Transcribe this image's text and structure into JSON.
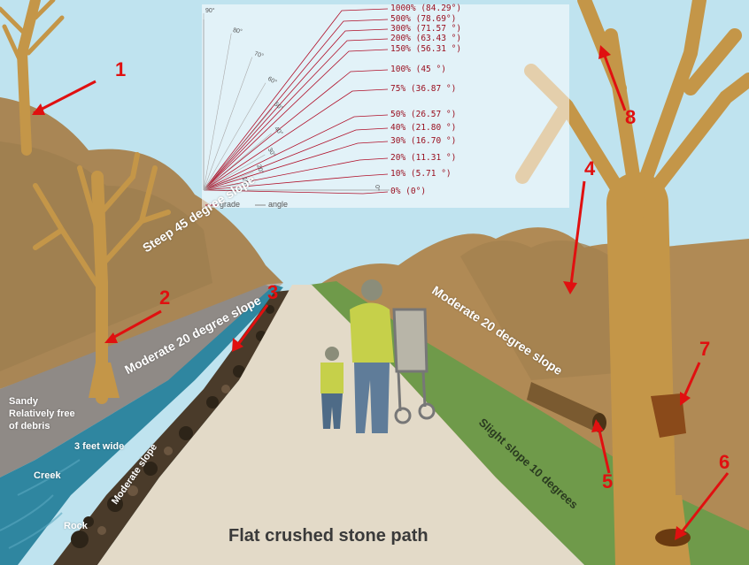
{
  "labels": {
    "steep": "Steep 45 degree slope",
    "moderate_left": "Moderate 20 degree slope",
    "moderate_right": "Moderate 20 degree slope",
    "sandy": "Sandy",
    "free": "Relatively free",
    "debris": "of debris",
    "width": "3 feet wide",
    "creek": "Creek",
    "moderate_slope": "Moderate slope",
    "rock": "Rock",
    "slight": "Slight slope 10 degrees",
    "path": "Flat crushed stone path"
  },
  "markers": [
    "1",
    "2",
    "3",
    "4",
    "5",
    "6",
    "7",
    "8"
  ],
  "grade_chart": {
    "grades": [
      "1000%  (84.29°)",
      "500%  (78.69°)",
      "300%  (71.57 °)",
      "200%  (63.43 °)",
      "150%  (56.31 °)",
      "100%  (45 °)",
      "75%  (36.87 °)",
      "50%  (26.57 °)",
      "40%  (21.80 °)",
      "30%  (16.70 °)",
      "20%  (11.31 °)",
      "10%  (5.71 °)",
      "0%  (0°)"
    ],
    "angles": [
      "90°",
      "80°",
      "70°",
      "60°",
      "50°",
      "40°",
      "30°",
      "20°",
      "10°",
      "0°"
    ],
    "legend_grade": "grade",
    "legend_angle": "angle"
  },
  "colors": {
    "sky": "#bfe3ef",
    "path": "#e3dac8",
    "grass": "#6f9a4a",
    "creek": "#2f86a0",
    "trunk": "#c49648",
    "arrow": "#e01010",
    "grade_line": "#b0102a"
  }
}
